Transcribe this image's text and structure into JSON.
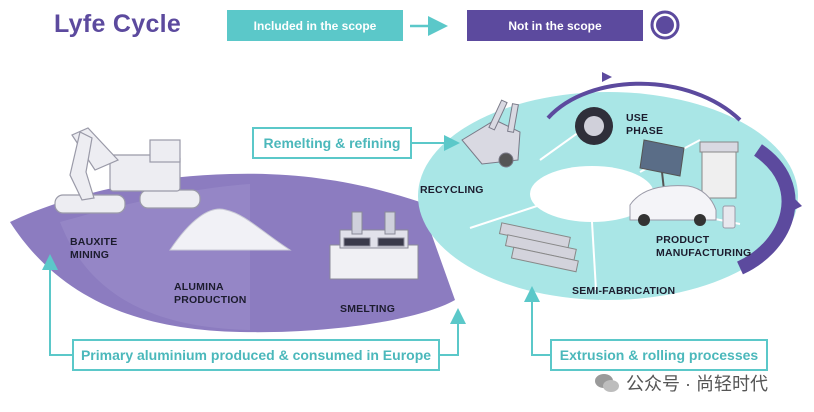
{
  "title": "Lyfe Cycle",
  "legend": {
    "included": "Included in the scope",
    "excluded": "Not in the scope"
  },
  "callouts": {
    "remelting": "Remelting & refining",
    "primary": "Primary aluminium produced & consumed in Europe",
    "extrusion": "Extrusion & rolling processes"
  },
  "stages": {
    "bauxite": "BAUXITE\nMINING",
    "alumina": "ALUMINA\nPRODUCTION",
    "smelting": "SMELTING",
    "recycling": "RECYCLING",
    "use": "USE\nPHASE",
    "product": "PRODUCT\nMANUFACTURING",
    "semi": "SEMI-FABRICATION"
  },
  "watermark": "公众号 · 尚轻时代",
  "colors": {
    "purple": "#5c4a9e",
    "lavender": "#8c7cc0",
    "teal": "#5bc8c9",
    "light_teal": "#a9e6e6"
  },
  "icons": [
    "loop-icon",
    "arrow-right-icon",
    "excavator-icon",
    "alumina-pile-icon",
    "smelter-icon",
    "scrap-pile-icon",
    "tire-icon",
    "solar-panel-icon",
    "building-icon",
    "car-icon",
    "can-icon",
    "ingots-icon",
    "wechat-icon"
  ]
}
